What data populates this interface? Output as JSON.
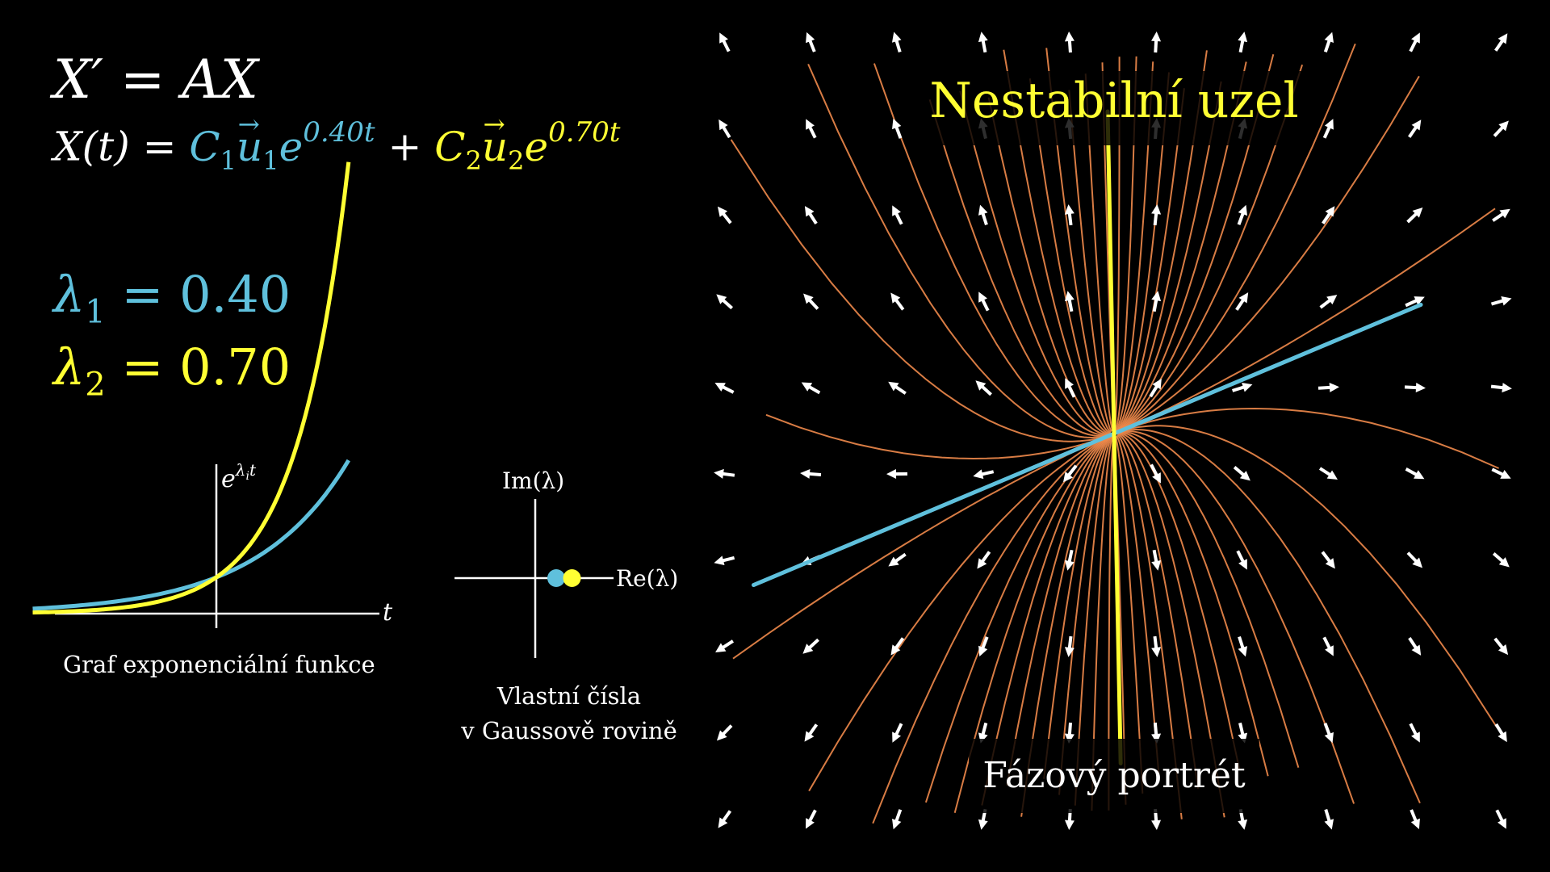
{
  "equations": {
    "system": "X′ = AX",
    "solution": {
      "lhs": "X(t) =",
      "c1": "C",
      "c1_sub": "1",
      "u1": "u",
      "u1_sub": "1",
      "e1": "e",
      "exp1": "0.40t",
      "plus": "+",
      "c2": "C",
      "c2_sub": "2",
      "u2": "u",
      "u2_sub": "2",
      "e2": "e",
      "exp2": "0.70t"
    },
    "lambda1": {
      "sym": "λ",
      "sub": "1",
      "eq": "= 0.40"
    },
    "lambda2": {
      "sym": "λ",
      "sub": "2",
      "eq": "= 0.70"
    }
  },
  "colors": {
    "lambda1": "#5fc0dc",
    "lambda2": "#ffff33",
    "stream": "#f08a4b",
    "arrow": "#ffffff",
    "axis": "#ffffff"
  },
  "exp_graph": {
    "y_label_base": "e",
    "y_label_exp": "λ",
    "y_label_exp_sub": "i",
    "y_label_exp_t": "t",
    "x_label": "t",
    "caption": "Graf exponenciální funkce"
  },
  "eigen_plane": {
    "im_label": "Im(λ)",
    "re_label": "Re(λ)",
    "caption_line1": "Vlastní čísla",
    "caption_line2": "v Gaussově rovině"
  },
  "phase_portrait": {
    "title": "Nestabilní uzel",
    "caption": "Fázový portrét"
  },
  "chart_data": {
    "type": "line",
    "series": [
      {
        "lambda": 0.4
      },
      {
        "lambda": 0.7
      }
    ],
    "eigenvalues": [
      {
        "re": 0.4,
        "im": 0
      },
      {
        "re": 0.7,
        "im": 0
      }
    ]
  }
}
